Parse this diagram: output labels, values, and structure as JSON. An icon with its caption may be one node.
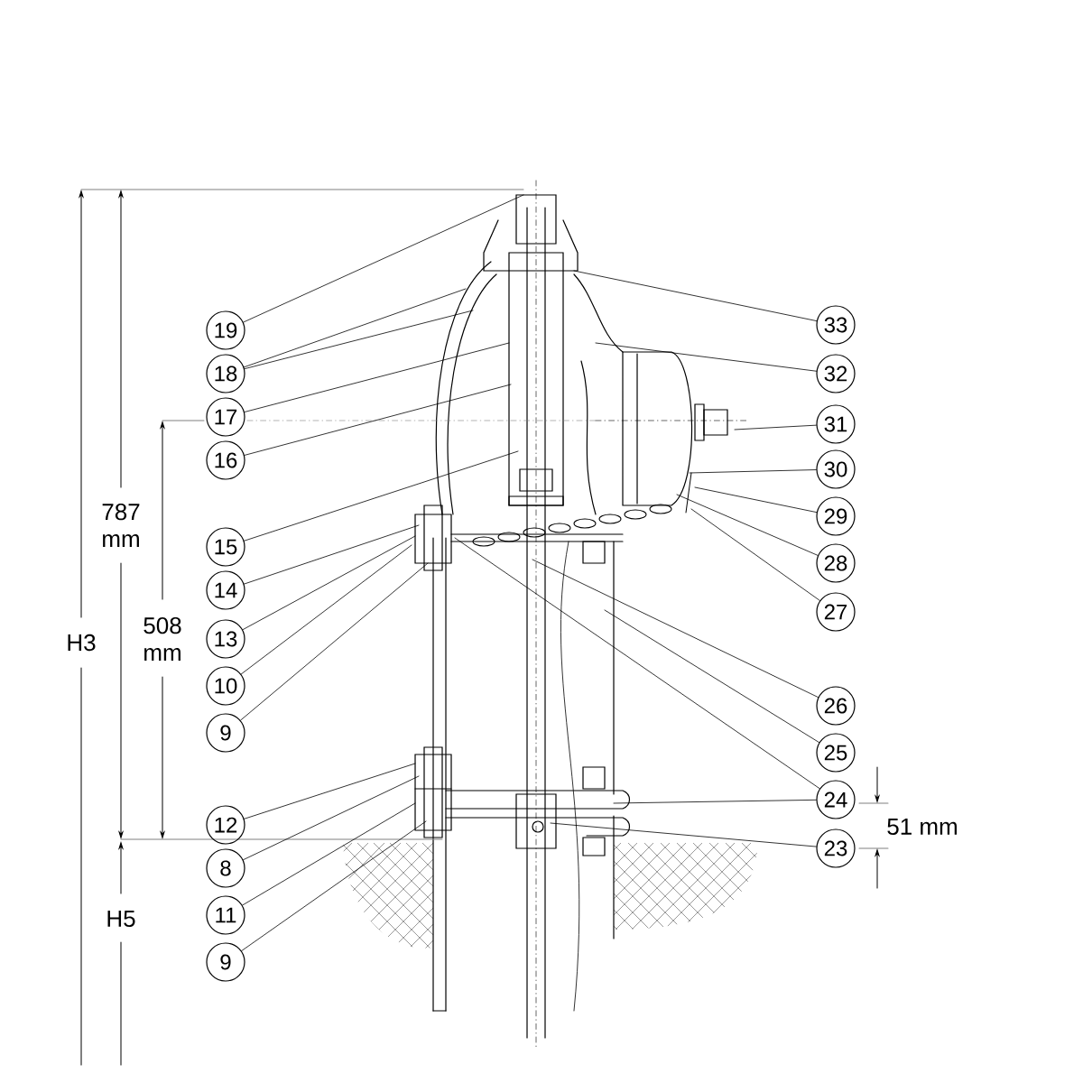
{
  "diagram": {
    "nodes": [
      {
        "text": [
          "19"
        ]
      },
      {
        "text": [
          "18"
        ]
      },
      {
        "text": [
          "17"
        ]
      },
      {
        "text": [
          "16"
        ]
      },
      {
        "text": [
          "15"
        ]
      },
      {
        "text": [
          "14"
        ]
      },
      {
        "text": [
          "13"
        ]
      },
      {
        "text": [
          "10"
        ]
      },
      {
        "text": [
          "9"
        ]
      },
      {
        "text": [
          "12"
        ]
      },
      {
        "text": [
          "8"
        ]
      },
      {
        "text": [
          "11"
        ]
      },
      {
        "text": [
          "9"
        ]
      },
      {
        "text": [
          "33"
        ]
      },
      {
        "text": [
          "32"
        ]
      },
      {
        "text": [
          "31"
        ]
      },
      {
        "text": [
          "30"
        ]
      },
      {
        "text": [
          "29"
        ]
      },
      {
        "text": [
          "28"
        ]
      },
      {
        "text": [
          "27"
        ]
      },
      {
        "text": [
          "26"
        ]
      },
      {
        "text": [
          "25"
        ]
      },
      {
        "text": [
          "24"
        ]
      },
      {
        "text": [
          "23"
        ]
      }
    ],
    "edges": [
      {
        "from": 0,
        "to": null,
        "arrow": "none"
      },
      {
        "from": 1,
        "to": null,
        "arrow": "none"
      },
      {
        "from": 1,
        "to": null,
        "arrow": "none"
      },
      {
        "from": 2,
        "to": null,
        "arrow": "none"
      },
      {
        "from": 3,
        "to": null,
        "arrow": "none"
      },
      {
        "from": 4,
        "to": null,
        "arrow": "none"
      },
      {
        "from": 5,
        "to": null,
        "arrow": "none"
      },
      {
        "from": 6,
        "to": null,
        "arrow": "none"
      },
      {
        "from": 7,
        "to": null,
        "arrow": "none"
      },
      {
        "from": 8,
        "to": null,
        "arrow": "none"
      },
      {
        "from": 9,
        "to": null,
        "arrow": "none"
      },
      {
        "from": 10,
        "to": null,
        "arrow": "none"
      },
      {
        "from": 11,
        "to": null,
        "arrow": "none"
      },
      {
        "from": 12,
        "to": null,
        "arrow": "none"
      },
      {
        "from": 13,
        "to": null,
        "arrow": "none"
      },
      {
        "from": 14,
        "to": null,
        "arrow": "none"
      },
      {
        "from": 15,
        "to": null,
        "arrow": "none"
      },
      {
        "from": 16,
        "to": null,
        "arrow": "none"
      },
      {
        "from": 17,
        "to": null,
        "arrow": "none"
      },
      {
        "from": 18,
        "to": null,
        "arrow": "none"
      },
      {
        "from": 19,
        "to": null,
        "arrow": "none"
      },
      {
        "from": 20,
        "to": null,
        "arrow": "none"
      },
      {
        "from": 21,
        "to": null,
        "arrow": "none"
      },
      {
        "from": 22,
        "to": null,
        "arrow": "none"
      },
      {
        "from": 22,
        "to": null,
        "arrow": "none"
      },
      {
        "from": 23,
        "to": null,
        "arrow": "none"
      }
    ],
    "labels": [
      "787 mm",
      "508 mm",
      "H3",
      "H5",
      "51 mm"
    ]
  }
}
